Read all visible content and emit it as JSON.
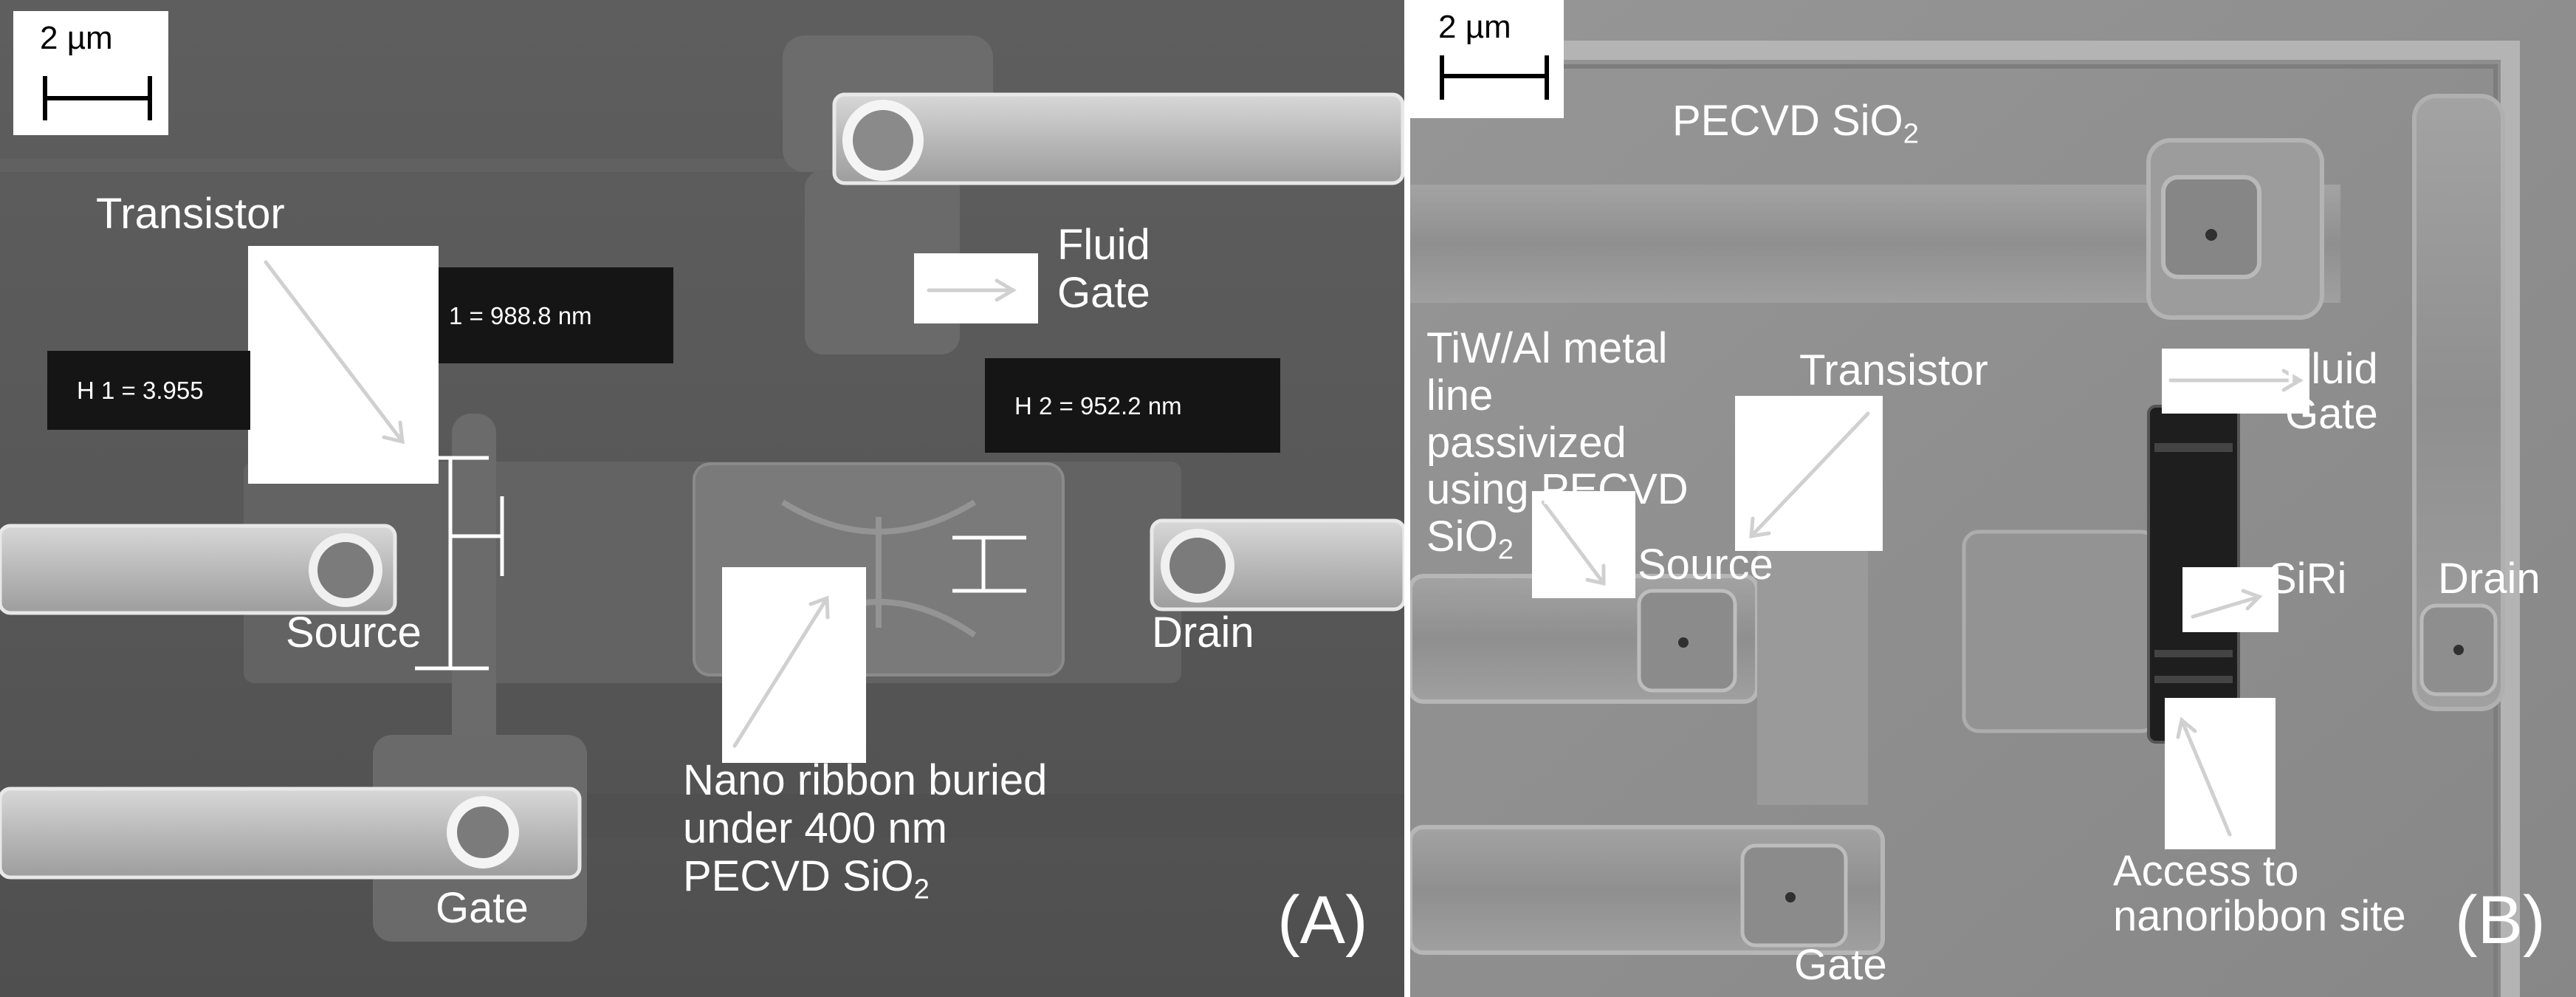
{
  "panel_a": {
    "scale_bar": "2 µm",
    "labels": {
      "transistor": "Transistor",
      "source": "Source",
      "drain": "Drain",
      "gate": "Gate",
      "fluid_gate": "Fluid\nGate",
      "nanoribbon": "Nano ribbon buried\nunder 400 nm\nPECVD SiO",
      "nanoribbon_sub": "2"
    },
    "measurements": {
      "h1": "H 1 = 3.955",
      "l1": "1 = 988.8 nm",
      "h2": "H 2 = 952.2 nm"
    },
    "panel_letter": "(A)"
  },
  "panel_b": {
    "scale_bar": "2 µm",
    "labels": {
      "pecvd": "PECVD SiO",
      "pecvd_sub": "2",
      "metal_line": "TiW/Al metal\nline\npassivized\nusing PECVD\nSiO",
      "metal_line_sub": "2",
      "transistor": "Transistor",
      "source": "Source",
      "fluid_gate": "Fluid\nGate",
      "siri": "SiRi",
      "drain": "Drain",
      "access": "Access to\nnanoribbon site",
      "gate": "Gate"
    },
    "panel_letter": "(B)"
  },
  "colors": {
    "panel_a_background": "#5b5b5b",
    "panel_b_background": "#8e8e8e",
    "annotation_text": "#ffffff",
    "measurement_box": "#151515"
  }
}
